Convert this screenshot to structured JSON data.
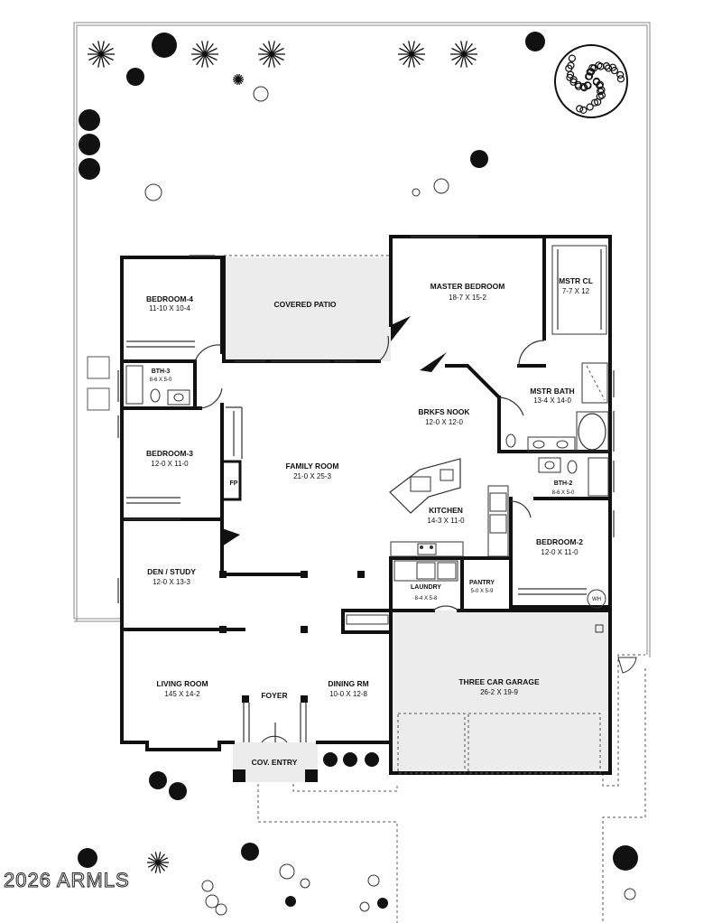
{
  "watermark": "2026 ARMLS",
  "rooms": [
    {
      "id": "bedroom-4",
      "name": "BEDROOM-4",
      "dims": "11-10 X 10-4"
    },
    {
      "id": "covered-patio",
      "name": "COVERED PATIO",
      "dims": ""
    },
    {
      "id": "master-bedroom",
      "name": "MASTER BEDROOM",
      "dims": "18-7  X  15-2"
    },
    {
      "id": "mstr-cl",
      "name": "MSTR CL",
      "dims": "7-7 X 12"
    },
    {
      "id": "bth-3",
      "name": "BTH-3",
      "dims": "8-6 X 5-0"
    },
    {
      "id": "mstr-bath",
      "name": "MSTR BATH",
      "dims": "13-4 X 14-0"
    },
    {
      "id": "brkfs-nook",
      "name": "BRKFS NOOK",
      "dims": "12-0 X 12-0"
    },
    {
      "id": "bedroom-3",
      "name": "BEDROOM-3",
      "dims": "12-0  X  11-0"
    },
    {
      "id": "family-room",
      "name": "FAMILY ROOM",
      "dims": "21-0  X  25-3"
    },
    {
      "id": "fp",
      "name": "FP",
      "dims": ""
    },
    {
      "id": "bth-2",
      "name": "BTH-2",
      "dims": "8-6 X 5-0"
    },
    {
      "id": "kitchen",
      "name": "KITCHEN",
      "dims": "14-3 X 11-0"
    },
    {
      "id": "bedroom-2",
      "name": "BEDROOM-2",
      "dims": "12-0  X  11-0"
    },
    {
      "id": "den-study",
      "name": "DEN / STUDY",
      "dims": "12-0  X  13-3"
    },
    {
      "id": "laundry",
      "name": "LAUNDRY",
      "dims": "8-4 X 5-8"
    },
    {
      "id": "pantry",
      "name": "PANTRY",
      "dims": "5-0 X 5-9"
    },
    {
      "id": "wh",
      "name": "WH",
      "dims": ""
    },
    {
      "id": "living-room",
      "name": "LIVING ROOM",
      "dims": "145  X  14-2"
    },
    {
      "id": "foyer",
      "name": "FOYER",
      "dims": ""
    },
    {
      "id": "dining-rm",
      "name": "DINING RM",
      "dims": "10-0  X  12-8"
    },
    {
      "id": "three-car-garage",
      "name": "THREE CAR GARAGE",
      "dims": "26-2  X  19-9"
    },
    {
      "id": "cov-entry",
      "name": "COV. ENTRY",
      "dims": ""
    }
  ]
}
